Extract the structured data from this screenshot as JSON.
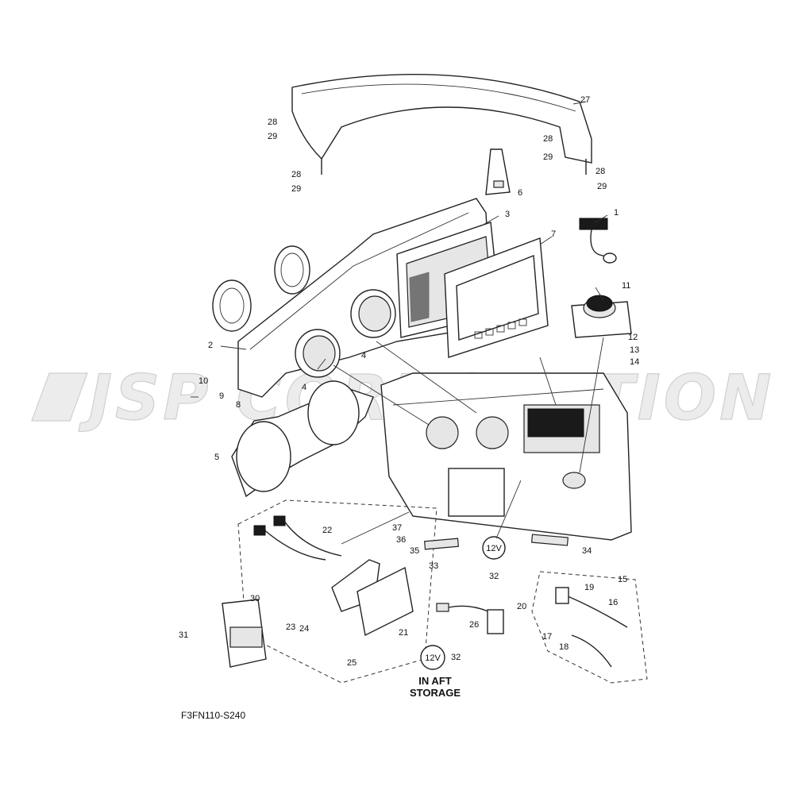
{
  "watermark": "JSP CORPORATION",
  "diagram_code": "F3FN110-S240",
  "aft_storage_note": [
    "IN AFT",
    "STORAGE"
  ],
  "socket_label": "12V",
  "callouts": [
    "1",
    "2",
    "3",
    "4",
    "5",
    "6",
    "7",
    "8",
    "9",
    "10",
    "11",
    "12",
    "13",
    "14",
    "15",
    "16",
    "17",
    "18",
    "19",
    "20",
    "21",
    "22",
    "23",
    "24",
    "25",
    "26",
    "27",
    "28",
    "29",
    "30",
    "31",
    "32",
    "33",
    "34",
    "35",
    "36",
    "37"
  ]
}
